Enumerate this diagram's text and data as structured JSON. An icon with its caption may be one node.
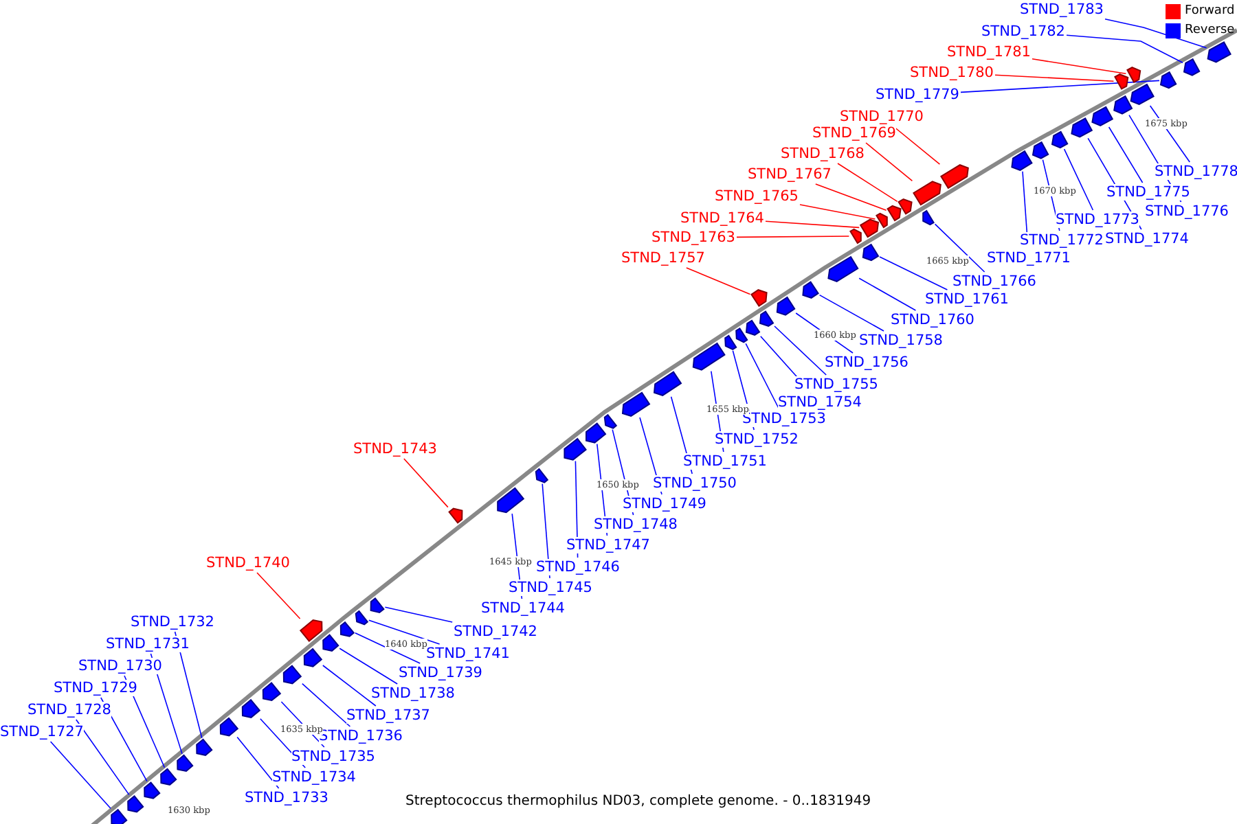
{
  "diagram": {
    "caption": "Streptococcus thermophilus ND03, complete genome. - 0..1831949",
    "nodes": [
      {
        "text": [
          "STND_1783"
        ]
      },
      {
        "text": [],
        "shape": "box"
      },
      {
        "text": [
          "STND_1782"
        ]
      },
      {
        "text": [],
        "shape": "box"
      },
      {
        "text": [
          "STND_1781"
        ]
      },
      {
        "text": [],
        "shape": "box"
      },
      {
        "text": [
          "STND_1780"
        ]
      },
      {
        "text": [],
        "shape": "box"
      },
      {
        "text": [
          "STND_1779"
        ]
      },
      {
        "text": [],
        "shape": "box"
      },
      {
        "text": [
          "STND_1770"
        ]
      },
      {
        "text": [],
        "shape": "box"
      },
      {
        "text": [
          "STND_1769"
        ]
      },
      {
        "text": [],
        "shape": "box"
      },
      {
        "text": [
          "STND_1768"
        ]
      },
      {
        "text": [],
        "shape": "box"
      },
      {
        "text": [
          "STND_1767"
        ]
      },
      {
        "text": [],
        "shape": "box"
      },
      {
        "text": [
          "STND_1765"
        ]
      },
      {
        "text": [],
        "shape": "box"
      },
      {
        "text": [
          "STND_1764"
        ]
      },
      {
        "text": [],
        "shape": "box"
      },
      {
        "text": [
          "STND_1763"
        ]
      },
      {
        "text": [],
        "shape": "box"
      },
      {
        "text": [
          "STND_1778"
        ]
      },
      {
        "text": [],
        "shape": "box"
      },
      {
        "text": [
          "STND_1775"
        ]
      },
      {
        "text": [],
        "shape": "box"
      },
      {
        "text": [
          "STND_1776"
        ]
      },
      {
        "text": [],
        "shape": "box"
      },
      {
        "text": [
          "STND_1773"
        ]
      },
      {
        "text": [],
        "shape": "box"
      },
      {
        "text": [
          "STND_1774"
        ]
      },
      {
        "text": [],
        "shape": "box"
      },
      {
        "text": [
          "STND_1772"
        ]
      },
      {
        "text": [],
        "shape": "box"
      },
      {
        "text": [
          "STND_1771"
        ]
      },
      {
        "text": [],
        "shape": "box"
      },
      {
        "text": [
          "STND_1757"
        ]
      },
      {
        "text": [],
        "shape": "box"
      },
      {
        "text": [
          "STND_1766"
        ]
      },
      {
        "text": [],
        "shape": "box"
      },
      {
        "text": [
          "STND_1761"
        ]
      },
      {
        "text": [],
        "shape": "box"
      },
      {
        "text": [
          "STND_1760"
        ]
      },
      {
        "text": [],
        "shape": "box"
      },
      {
        "text": [
          "STND_1758"
        ]
      },
      {
        "text": [],
        "shape": "box"
      },
      {
        "text": [
          "STND_1756"
        ]
      },
      {
        "text": [],
        "shape": "box"
      },
      {
        "text": [
          "STND_1755"
        ]
      },
      {
        "text": [],
        "shape": "box"
      },
      {
        "text": [
          "STND_1754"
        ]
      },
      {
        "text": [],
        "shape": "box"
      },
      {
        "text": [
          "STND_1753"
        ]
      },
      {
        "text": [],
        "shape": "box"
      },
      {
        "text": [
          "STND_1752"
        ]
      },
      {
        "text": [],
        "shape": "box"
      },
      {
        "text": [
          "STND_1743"
        ]
      },
      {
        "text": [],
        "shape": "box"
      },
      {
        "text": [
          "STND_1751"
        ]
      },
      {
        "text": [],
        "shape": "box"
      },
      {
        "text": [
          "STND_1750"
        ]
      },
      {
        "text": [],
        "shape": "box"
      },
      {
        "text": [
          "STND_1749"
        ]
      },
      {
        "text": [],
        "shape": "box"
      },
      {
        "text": [
          "STND_1748"
        ]
      },
      {
        "text": [],
        "shape": "box"
      },
      {
        "text": [
          "STND_1747"
        ]
      },
      {
        "text": [],
        "shape": "box"
      },
      {
        "text": [
          "STND_1746"
        ]
      },
      {
        "text": [],
        "shape": "box"
      },
      {
        "text": [
          "STND_1740"
        ]
      },
      {
        "text": [],
        "shape": "box"
      },
      {
        "text": [
          "STND_1745"
        ]
      },
      {
        "text": [],
        "shape": "box"
      },
      {
        "text": [
          "STND_1744"
        ]
      },
      {
        "text": [],
        "shape": "box"
      },
      {
        "text": [
          "STND_1732"
        ]
      },
      {
        "text": [],
        "shape": "box"
      },
      {
        "text": [
          "STND_1742"
        ]
      },
      {
        "text": [],
        "shape": "box"
      },
      {
        "text": [
          "STND_1731"
        ]
      },
      {
        "text": [],
        "shape": "box"
      },
      {
        "text": [
          "STND_1741"
        ]
      },
      {
        "text": [],
        "shape": "box"
      },
      {
        "text": [
          "STND_1730"
        ]
      },
      {
        "text": [],
        "shape": "box"
      },
      {
        "text": [
          "STND_1739"
        ]
      },
      {
        "text": [],
        "shape": "box"
      },
      {
        "text": [
          "STND_1729"
        ]
      },
      {
        "text": [],
        "shape": "box"
      },
      {
        "text": [
          "STND_1738"
        ]
      },
      {
        "text": [],
        "shape": "box"
      },
      {
        "text": [
          "STND_1728"
        ]
      },
      {
        "text": [],
        "shape": "box"
      },
      {
        "text": [
          "STND_1737"
        ]
      },
      {
        "text": [],
        "shape": "box"
      },
      {
        "text": [
          "STND_1727"
        ]
      },
      {
        "text": [],
        "shape": "box"
      },
      {
        "text": [
          "STND_1736"
        ]
      },
      {
        "text": [],
        "shape": "box"
      },
      {
        "text": [
          "STND_1735"
        ]
      },
      {
        "text": [],
        "shape": "box"
      },
      {
        "text": [
          "STND_1734"
        ]
      },
      {
        "text": [],
        "shape": "box"
      },
      {
        "text": [
          "STND_1733"
        ]
      },
      {
        "text": [],
        "shape": "box"
      }
    ],
    "edges": [
      {
        "from": 0,
        "to": 1,
        "arrow": "none"
      },
      {
        "from": 2,
        "to": 3,
        "arrow": "none"
      },
      {
        "from": 4,
        "to": 5,
        "arrow": "none",
        "color": "#ff0000"
      },
      {
        "from": 6,
        "to": 7,
        "arrow": "none",
        "color": "#ff0000"
      },
      {
        "from": 8,
        "to": 9,
        "arrow": "none"
      },
      {
        "from": 10,
        "to": 11,
        "arrow": "none",
        "color": "#ff0000"
      },
      {
        "from": 12,
        "to": 13,
        "arrow": "none",
        "color": "#ff0000"
      },
      {
        "from": 14,
        "to": 15,
        "arrow": "none",
        "color": "#ff0000"
      },
      {
        "from": 16,
        "to": 17,
        "arrow": "none",
        "color": "#ff0000"
      },
      {
        "from": 18,
        "to": 19,
        "arrow": "none",
        "color": "#ff0000"
      },
      {
        "from": 20,
        "to": 21,
        "arrow": "none",
        "color": "#ff0000"
      },
      {
        "from": 22,
        "to": 23,
        "arrow": "none",
        "color": "#ff0000"
      },
      {
        "from": 24,
        "to": 25,
        "arrow": "none"
      },
      {
        "from": 26,
        "to": 27,
        "arrow": "none"
      },
      {
        "from": 28,
        "to": 29,
        "arrow": "none"
      },
      {
        "from": 30,
        "to": 31,
        "arrow": "none"
      },
      {
        "from": 32,
        "to": 33,
        "arrow": "none"
      },
      {
        "from": 34,
        "to": 35,
        "arrow": "none"
      },
      {
        "from": 36,
        "to": 37,
        "arrow": "none"
      },
      {
        "from": 38,
        "to": 39,
        "arrow": "none",
        "color": "#ff0000"
      },
      {
        "from": 40,
        "to": 41,
        "arrow": "none"
      },
      {
        "from": 42,
        "to": 43,
        "arrow": "none"
      },
      {
        "from": 44,
        "to": 45,
        "arrow": "none"
      },
      {
        "from": 46,
        "to": 47,
        "arrow": "none"
      },
      {
        "from": 48,
        "to": 49,
        "arrow": "none"
      },
      {
        "from": 50,
        "to": 51,
        "arrow": "none"
      },
      {
        "from": 52,
        "to": 53,
        "arrow": "none"
      },
      {
        "from": 54,
        "to": 55,
        "arrow": "none"
      },
      {
        "from": 56,
        "to": 57,
        "arrow": "none"
      },
      {
        "from": 58,
        "to": 59,
        "arrow": "none",
        "color": "#ff0000"
      },
      {
        "from": 60,
        "to": 61,
        "arrow": "none"
      },
      {
        "from": 62,
        "to": 63,
        "arrow": "none"
      },
      {
        "from": 64,
        "to": 65,
        "arrow": "none"
      },
      {
        "from": 66,
        "to": 67,
        "arrow": "none"
      },
      {
        "from": 68,
        "to": 69,
        "arrow": "none"
      },
      {
        "from": 70,
        "to": 71,
        "arrow": "none"
      },
      {
        "from": 72,
        "to": 73,
        "arrow": "none",
        "color": "#ff0000"
      },
      {
        "from": 74,
        "to": 75,
        "arrow": "none"
      },
      {
        "from": 76,
        "to": 77,
        "arrow": "none"
      },
      {
        "from": 78,
        "to": 79,
        "arrow": "none"
      },
      {
        "from": 80,
        "to": 81,
        "arrow": "none"
      },
      {
        "from": 82,
        "to": 83,
        "arrow": "none"
      },
      {
        "from": 84,
        "to": 85,
        "arrow": "none"
      },
      {
        "from": 86,
        "to": 87,
        "arrow": "none"
      },
      {
        "from": 88,
        "to": 89,
        "arrow": "none"
      },
      {
        "from": 90,
        "to": 91,
        "arrow": "none"
      },
      {
        "from": 92,
        "to": 93,
        "arrow": "none"
      },
      {
        "from": 94,
        "to": 95,
        "arrow": "none"
      },
      {
        "from": 96,
        "to": 97,
        "arrow": "none"
      },
      {
        "from": 98,
        "to": 99,
        "arrow": "none"
      },
      {
        "from": 100,
        "to": 101,
        "arrow": "none"
      },
      {
        "from": 102,
        "to": 103,
        "arrow": "none"
      },
      {
        "from": 104,
        "to": 105,
        "arrow": "none"
      },
      {
        "from": 106,
        "to": 107,
        "arrow": "none"
      }
    ],
    "labels": [
      "1630 kbp",
      "1635 kbp",
      "1640 kbp",
      "1645 kbp",
      "1650 kbp",
      "1655 kbp",
      "1660 kbp",
      "1665 kbp",
      "1670 kbp",
      "1675 kbp"
    ],
    "legend": [
      {
        "text": "Forward",
        "color": "#ff0000"
      },
      {
        "text": "Reverse",
        "color": "#0000ff"
      }
    ]
  }
}
